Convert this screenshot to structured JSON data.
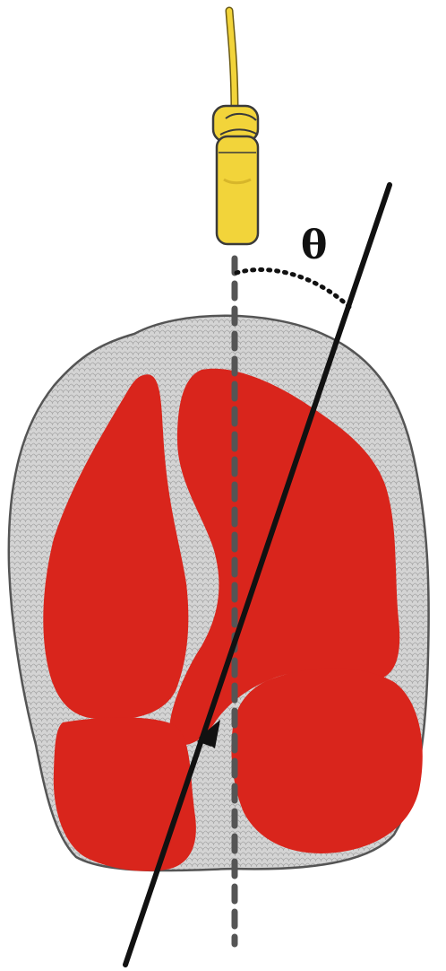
{
  "diagram": {
    "angle_label": "θ",
    "colors": {
      "background": "#ffffff",
      "tissue_fill": "#d3d3d3",
      "tissue_outline": "#555555",
      "chamber_fill": "#d9251c",
      "probe_body": "#f2d43a",
      "probe_outline": "#6b5a12",
      "probe_cable": "#f2d43a",
      "beam_axis": "#555555",
      "measurement_line": "#111111",
      "angle_arc": "#111111",
      "angle_label": "#111111"
    },
    "elements": [
      "transducer-probe-icon",
      "ultrasound-beam-axis",
      "tissue-cross-section",
      "red-chamber-upper-left",
      "red-chamber-upper-center",
      "red-chamber-lower-left",
      "red-chamber-lower-right",
      "measurement-line-with-arrow",
      "angle-theta-arc"
    ]
  }
}
